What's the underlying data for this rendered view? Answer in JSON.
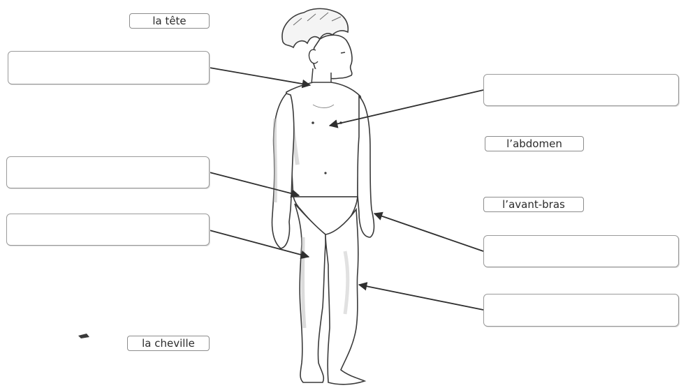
{
  "word_tags": {
    "tete": "la tête",
    "abdomen": "l’abdomen",
    "avant_bras": "l’avant-bras",
    "cheville": "la cheville"
  },
  "answer_boxes": {
    "box_neck": "",
    "box_chest": "",
    "box_hip": "",
    "box_thigh": "",
    "box_wrist": "",
    "box_knee": ""
  },
  "colors": {
    "line": "#2f2f2f",
    "box_border": "#9a9a9a",
    "tag_border": "#8c8c8c"
  }
}
